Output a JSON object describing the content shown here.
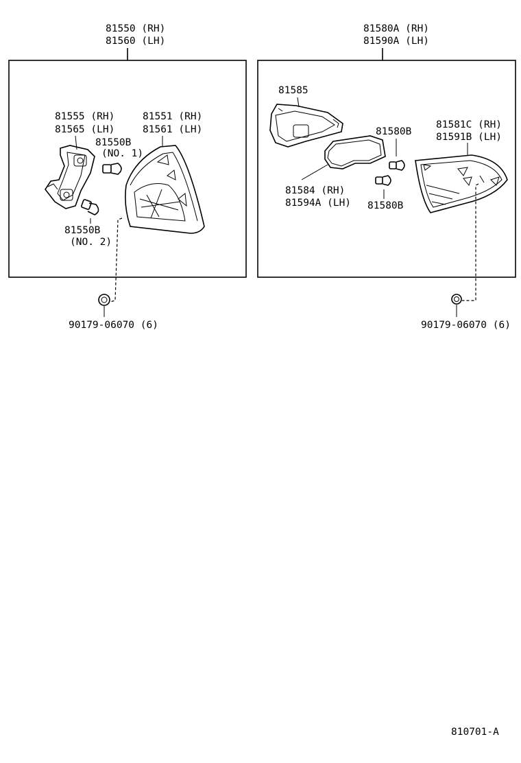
{
  "left_group": {
    "title_rh": "81550 (RH)",
    "title_lh": "81560 (LH)",
    "socket_rh": "81555 (RH)",
    "socket_lh": "81565 (LH)",
    "lens_rh": "81551 (RH)",
    "lens_lh": "81561 (LH)",
    "bulb1_part": "81550B",
    "bulb1_note": "(NO. 1)",
    "bulb2_part": "81550B",
    "bulb2_note": "(NO. 2)",
    "nut": "90179-06070 (6)"
  },
  "right_group": {
    "title_rh": "81580A (RH)",
    "title_lh": "81590A (LH)",
    "housing": "81585",
    "bulb_a": "81580B",
    "gasket_rh": "81584  (RH)",
    "gasket_lh": "81594A (LH)",
    "bulb_b": "81580B",
    "lens_rh": "81581C (RH)",
    "lens_lh": "81591B (LH)",
    "nut": "90179-06070 (6)"
  },
  "figure_code": "810701-A"
}
